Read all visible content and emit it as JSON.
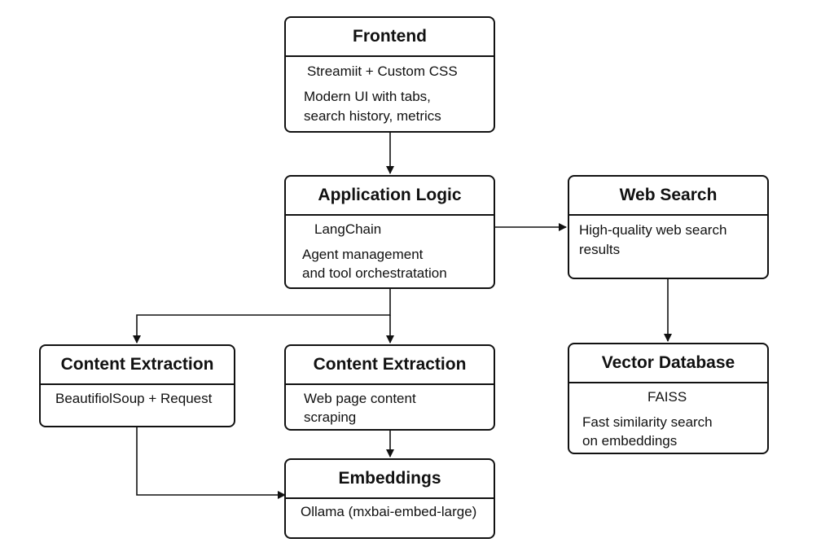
{
  "nodes": {
    "frontend": {
      "title": "Frontend",
      "lines": [
        "Streamiit + Custom CSS",
        "Modern UI with tabs,",
        "search history, metrics"
      ]
    },
    "app_logic": {
      "title": "Application Logic",
      "lines": [
        "LangChain",
        "Agent management",
        "and tool orchestratation"
      ]
    },
    "web_search": {
      "title": "Web Search",
      "lines": [
        "High-quality web search",
        "results"
      ]
    },
    "content_left": {
      "title": "Content Extraction",
      "lines": [
        "BeautifiolSoup + Request"
      ]
    },
    "content_mid": {
      "title": "Content Extraction",
      "lines": [
        "Web page content",
        "scraping"
      ]
    },
    "vector_db": {
      "title": "Vector Database",
      "lines": [
        "FAISS",
        "Fast similarity search",
        "on embeddings"
      ]
    },
    "embeddings": {
      "title": "Embeddings",
      "lines": [
        "Ollama (mxbai-embed-large)"
      ]
    }
  },
  "edges": [
    {
      "from": "frontend",
      "to": "app_logic"
    },
    {
      "from": "app_logic",
      "to": "web_search"
    },
    {
      "from": "app_logic",
      "to": "content_left"
    },
    {
      "from": "app_logic",
      "to": "content_mid"
    },
    {
      "from": "web_search",
      "to": "vector_db"
    },
    {
      "from": "content_mid",
      "to": "embeddings"
    },
    {
      "from": "content_left",
      "to": "embeddings"
    }
  ]
}
